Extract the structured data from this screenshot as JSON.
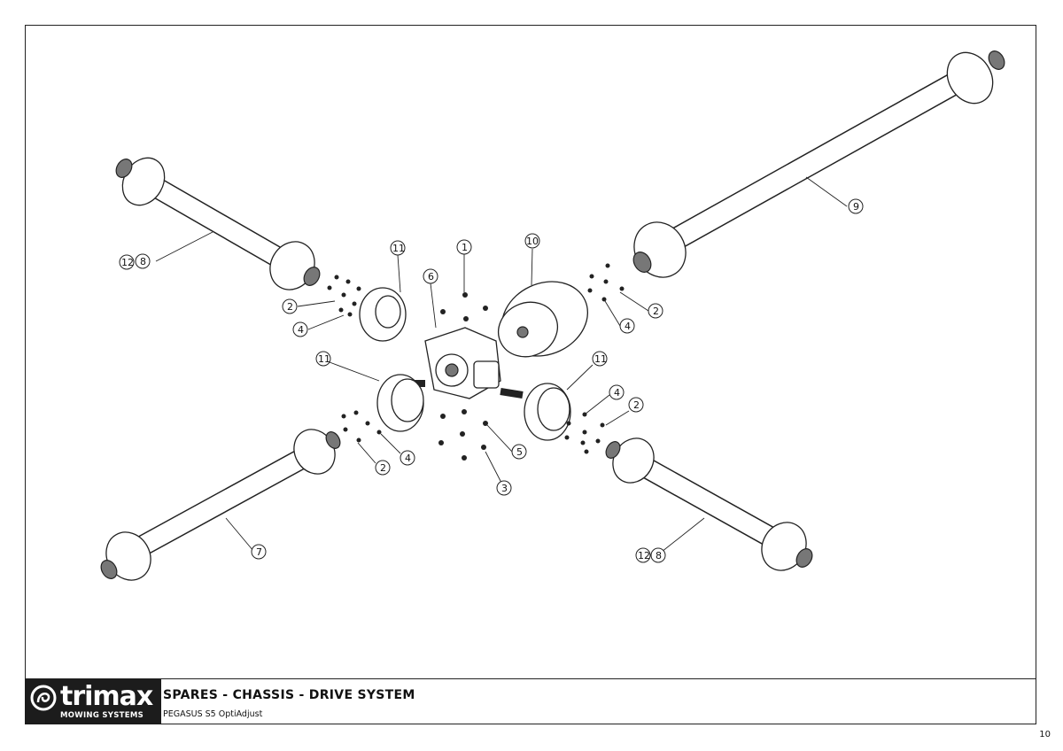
{
  "titleblock": {
    "logo_word": "trimax",
    "logo_sub": "MOWING SYSTEMS",
    "title": "SPARES - CHASSIS - DRIVE  SYSTEM",
    "subtitle": "PEGASUS  S5 OptiAdjust"
  },
  "page_number": "10",
  "callouts": [
    "1",
    "2",
    "2",
    "2",
    "2",
    "3",
    "4",
    "4",
    "4",
    "4",
    "5",
    "6",
    "7",
    "8",
    "8",
    "9",
    "10",
    "11",
    "11",
    "11",
    "12",
    "12"
  ],
  "icons": {
    "logo_mark": "trimax-swirl-logo-icon"
  }
}
